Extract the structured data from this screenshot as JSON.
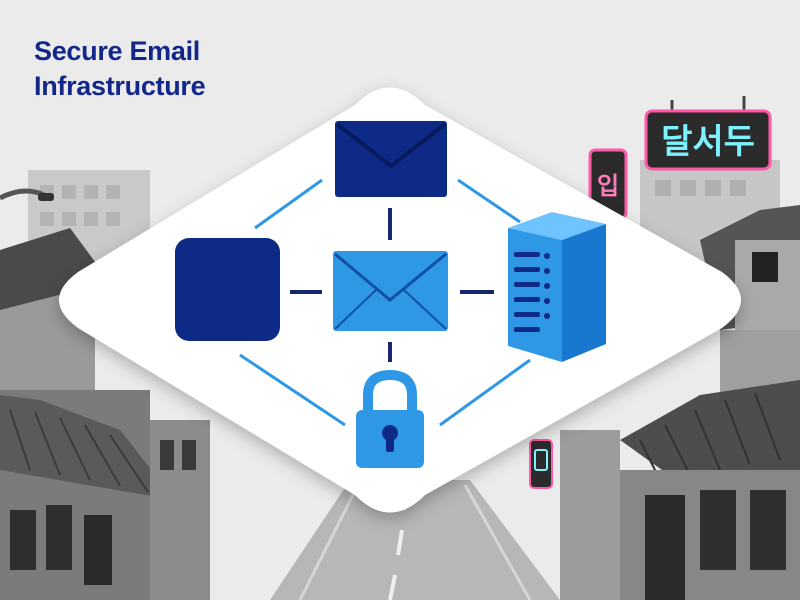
{
  "title": {
    "line1": "Secure Email",
    "line2": "Infrastructure"
  },
  "signs": {
    "main": "달서두",
    "vertical": "입"
  },
  "colors": {
    "navy": "#0d2a86",
    "blue": "#2f98e6",
    "connector_light": "#2f98e6",
    "connector_dark": "#15276e",
    "title": "#13278a",
    "neon_pink": "#ff5aa8",
    "neon_cyan": "#7ef3ff"
  },
  "nodes": [
    {
      "id": "top",
      "icon": "envelope-icon",
      "color": "navy"
    },
    {
      "id": "left",
      "icon": "square-tile-icon",
      "color": "navy"
    },
    {
      "id": "center",
      "icon": "envelope-icon",
      "color": "blue"
    },
    {
      "id": "right",
      "icon": "server-icon",
      "color": "blue"
    },
    {
      "id": "bottom",
      "icon": "padlock-icon",
      "color": "blue"
    }
  ]
}
